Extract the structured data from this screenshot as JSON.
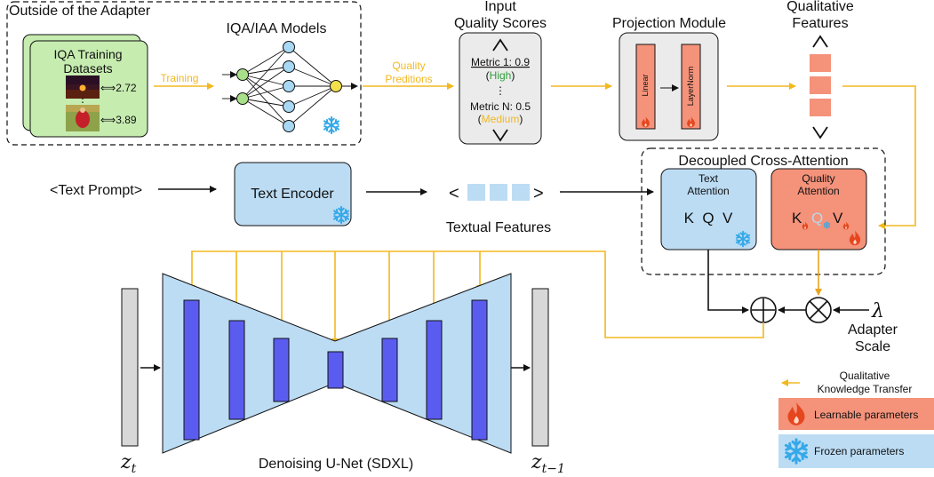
{
  "outside_adapter": {
    "title": "Outside of the Adapter",
    "dataset_title_line1": "IQA Training",
    "dataset_title_line2": "Datasets",
    "score1": "⟺2.72",
    "score2": "⟺3.89",
    "training_label": "Training",
    "models_title": "IQA/IAA Models"
  },
  "predictions_label_line1": "Quality",
  "predictions_label_line2": "Preditions",
  "scores_box": {
    "title_line1": "Input",
    "title_line2": "Quality Scores",
    "metric1": "Metric 1: 0.9",
    "metric1_level": "High",
    "ellipsis": "⋮",
    "metricN": "Metric N: 0.5",
    "metricN_level": "Medium",
    "bracket_open": "(",
    "bracket_close": ")"
  },
  "projection": {
    "title": "Projection Module",
    "linear": "Linear",
    "layernorm": "LayerNorm"
  },
  "qualitative": {
    "title_line1": "Qualitative",
    "title_line2": "Features"
  },
  "text_prompt": "<Text Prompt>",
  "text_encoder": "Text Encoder",
  "textual_features": "Textual Features",
  "angle_open": "<",
  "angle_close": ">",
  "cross_attention": {
    "title": "Decoupled Cross-Attention",
    "text_att_line1": "Text",
    "text_att_line2": "Attention",
    "text_kqv": "K  Q  V",
    "quality_att_line1": "Quality",
    "quality_att_line2": "Attention",
    "q_K": "K",
    "q_Q": "Q",
    "q_V": "V"
  },
  "lambda": "λ",
  "adapter_scale_line1": "Adapter",
  "adapter_scale_line2": "Scale",
  "unet_label": "Denoising U-Net (SDXL)",
  "z_t": "z",
  "z_t_sub": "t",
  "z_t1": "z",
  "z_t1_sub": "t−1",
  "legend": {
    "transfer_line1": "Qualitative",
    "transfer_line2": "Knowledge Transfer",
    "learnable": "Learnable parameters",
    "frozen": "Frozen parameters"
  },
  "colors": {
    "arrow_yellow": "#f2b820",
    "frozen_blue": "#bcdcf4",
    "learnable_salmon": "#f4927a",
    "unet_blocks": "#5a5cf0",
    "green": "#c6ecb0",
    "high_text": "#2e9e3a",
    "medium_text": "#f2b820"
  }
}
